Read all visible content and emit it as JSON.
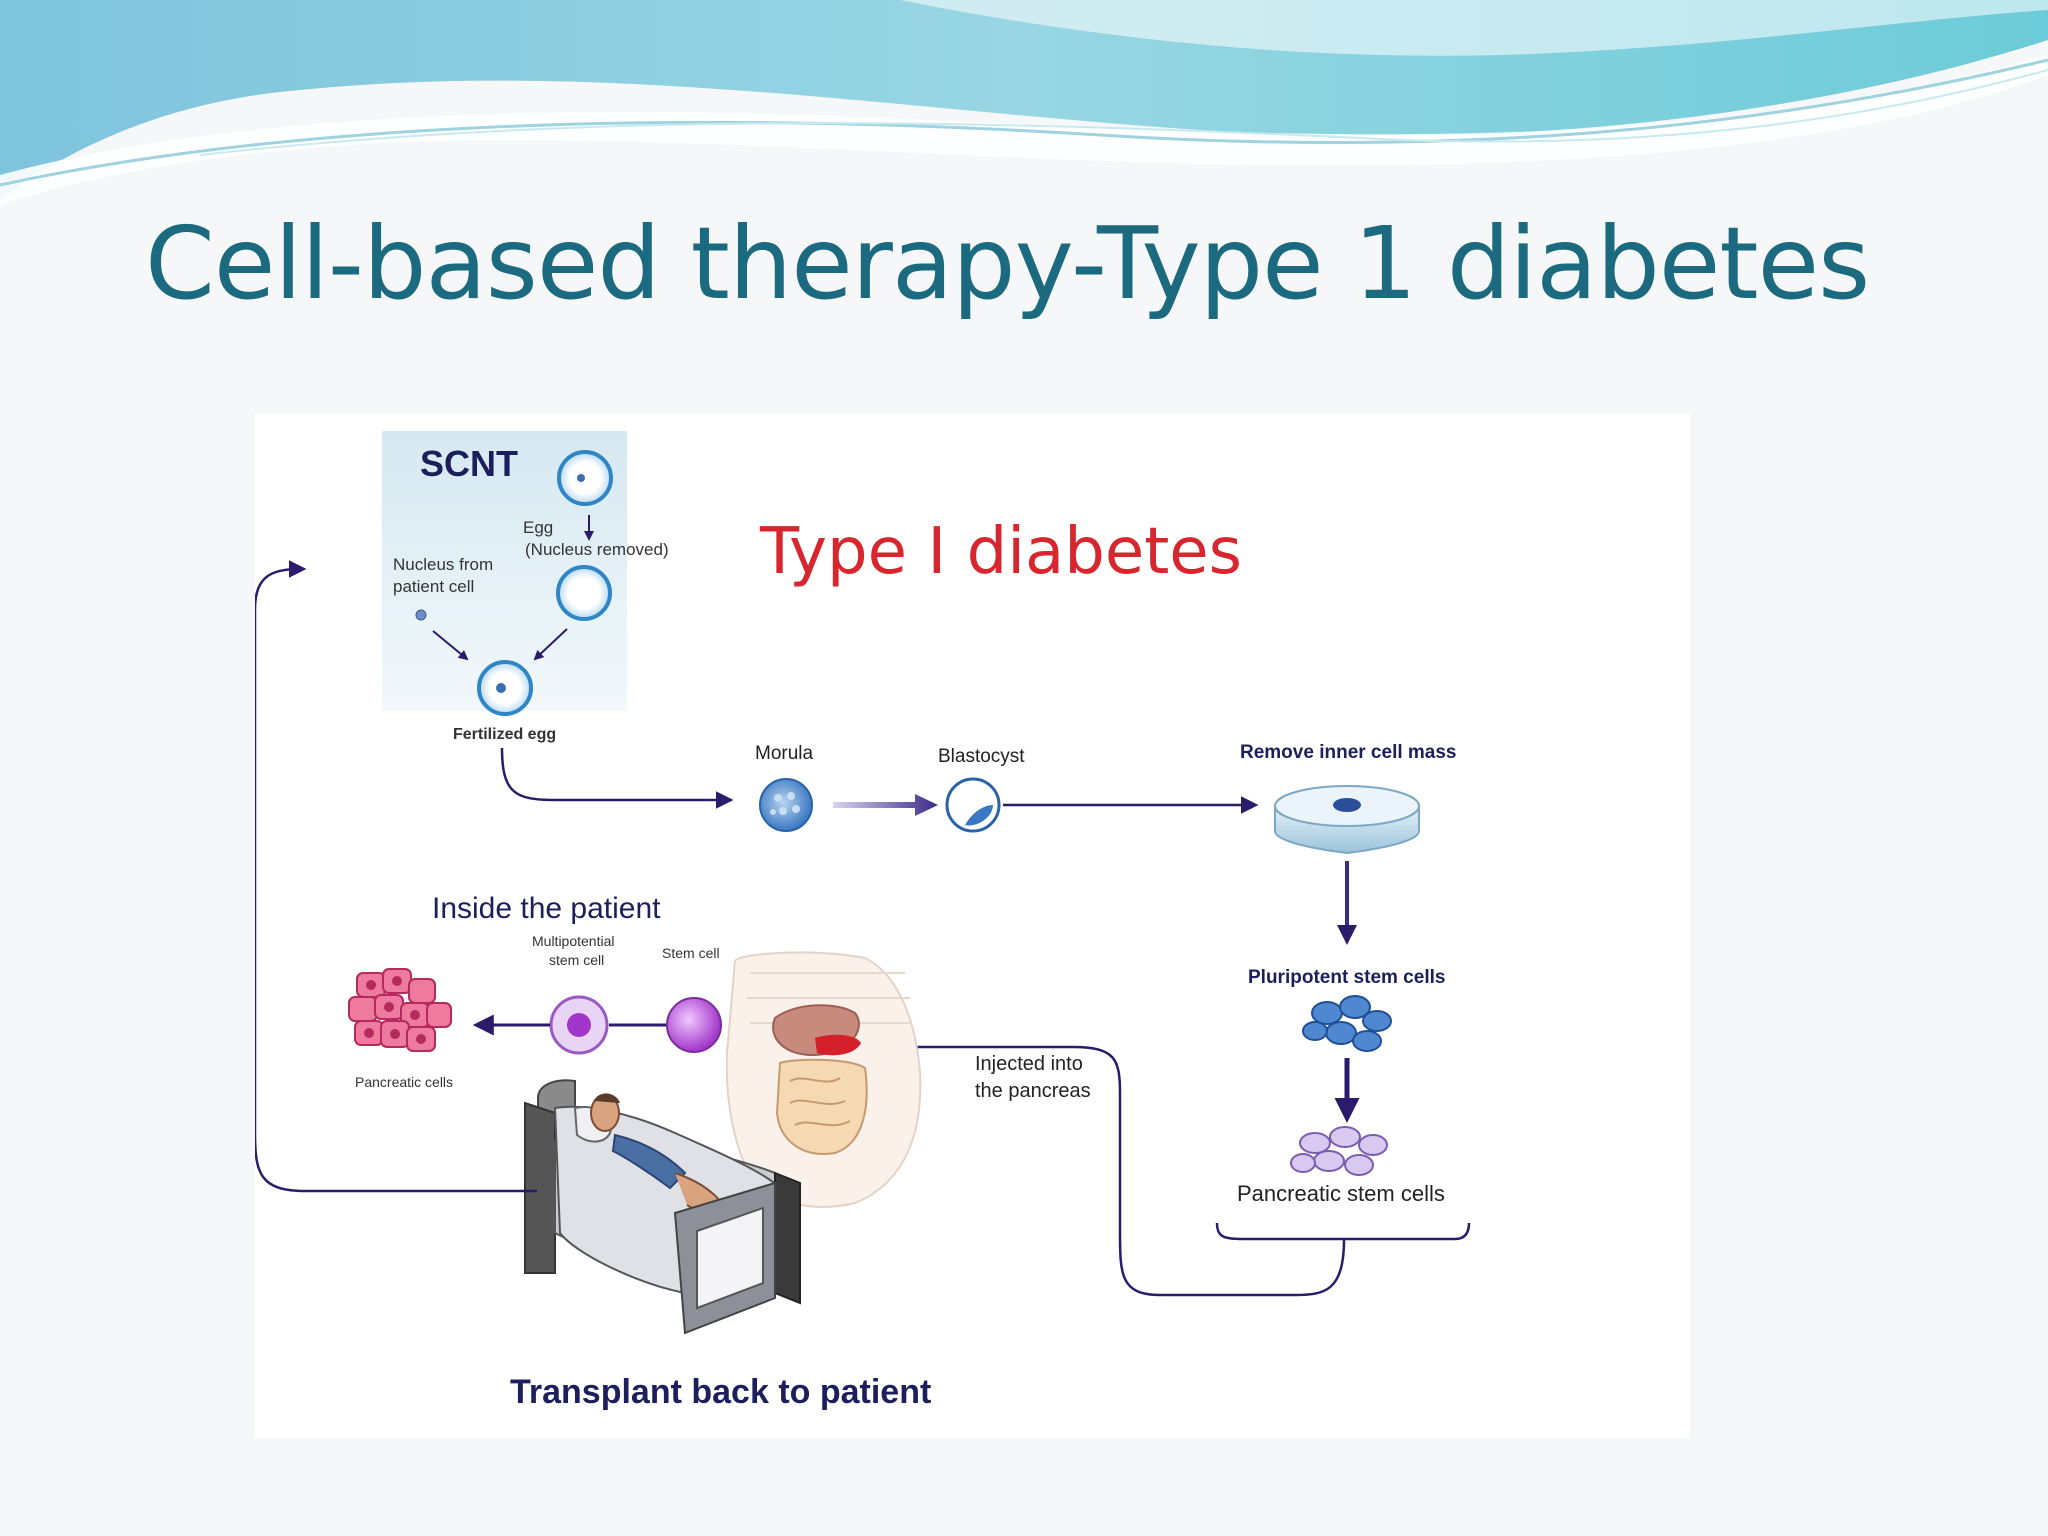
{
  "slide": {
    "title": "Cell-based therapy-Type 1 diabetes"
  },
  "diagram": {
    "heading": "Type I diabetes",
    "scnt": {
      "label": "SCNT",
      "egg_label": "Egg",
      "egg_sublabel": "(Nucleus removed)",
      "nucleus_label_line1": "Nucleus from",
      "nucleus_label_line2": "patient cell",
      "fertilized_label": "Fertilized egg"
    },
    "embryo": {
      "morula_label": "Morula",
      "blastocyst_label": "Blastocyst",
      "remove_label": "Remove inner cell mass"
    },
    "stem": {
      "pluripotent_label": "Pluripotent stem cells",
      "pancreatic_stem_label": "Pancreatic stem cells"
    },
    "patient": {
      "inside_label": "Inside the patient",
      "multipotential_line1": "Multipotential",
      "multipotential_line2": "stem cell",
      "stem_cell_label": "Stem cell",
      "pancreatic_cells_label": "Pancreatic cells",
      "injected_line1": "Injected into",
      "injected_line2": "the pancreas",
      "transplant_label": "Transplant back to patient"
    }
  },
  "colors": {
    "title": "#1b6a80",
    "heading": "#d7262d",
    "arrow": "#2b1b6b",
    "label_dark": "#1c1f5c",
    "cell_blue": "#3a78c2",
    "stem_purple": "#b04ad6",
    "pancreatic_pink": "#e2427a"
  }
}
